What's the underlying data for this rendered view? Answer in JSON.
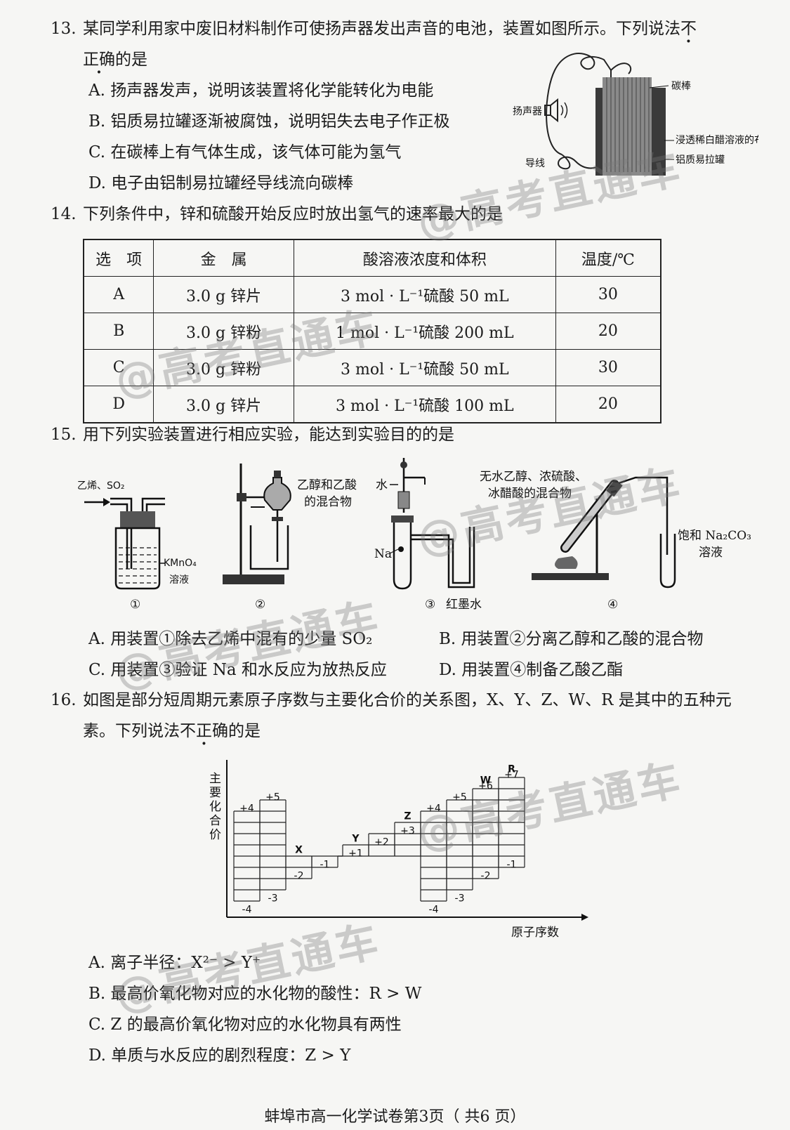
{
  "q13": {
    "num": "13.",
    "line1": "某同学利用家中废旧材料制作可使扬声器发出声音的电池，装置如图所示。下列说法",
    "neg1": "不",
    "neg2": "正确",
    "line2_tail": "的是",
    "options": [
      "A. 扬声器发声，说明该装置将化学能转化为电能",
      "B. 铝质易拉罐逐渐被腐蚀，说明铝失去电子作正极",
      "C. 在碳棒上有气体生成，该气体可能为氢气",
      "D. 电子由铝制易拉罐经导线流向碳棒"
    ],
    "figure_labels": {
      "carbon": "碳棒",
      "speaker": "扬声器",
      "cloth": "浸透稀白醋溶液的布",
      "can": "铝质易拉罐",
      "wire": "导线"
    }
  },
  "q14": {
    "num": "14.",
    "stem": "下列条件中，锌和硫酸开始反应时放出氢气的速率最大的是",
    "headers": [
      "选　项",
      "金　属",
      "酸溶液浓度和体积",
      "温度/℃"
    ],
    "rows": [
      [
        "A",
        "3.0 g 锌片",
        "3 mol · L⁻¹硫酸 50 mL",
        "30"
      ],
      [
        "B",
        "3.0 g 锌粉",
        "1 mol · L⁻¹硫酸 200 mL",
        "20"
      ],
      [
        "C",
        "3.0 g 锌粉",
        "3 mol · L⁻¹硫酸 50 mL",
        "30"
      ],
      [
        "D",
        "3.0 g 锌片",
        "3 mol · L⁻¹硫酸 100 mL",
        "20"
      ]
    ]
  },
  "q15": {
    "num": "15.",
    "stem": "用下列实验装置进行相应实验，能达到实验目的的是",
    "labels": {
      "gas": "乙烯、SO₂",
      "kmno4": "KMnO₄",
      "solution": "溶液",
      "mix1": "乙醇和乙酸",
      "mix2": "的混合物",
      "water": "水",
      "na": "Na",
      "ink": "红墨水",
      "reag1": "无水乙醇、浓硫酸、",
      "reag2": "冰醋酸的混合物",
      "na2co3": "饱和 Na₂CO₃",
      "sol2": "溶液",
      "n1": "①",
      "n2": "②",
      "n3": "③",
      "n4": "④"
    },
    "options": [
      "A. 用装置①除去乙烯中混有的少量 SO₂",
      "B. 用装置②分离乙醇和乙酸的混合物",
      "C. 用装置③验证 Na 和水反应为放热反应",
      "D. 用装置④制备乙酸乙酯"
    ]
  },
  "q16": {
    "num": "16.",
    "line1": "如图是部分短周期元素原子序数与主要化合价的关系图，X、Y、Z、W、R 是其中的五种元",
    "line2_head": "素。下列说法",
    "neg": "不正确",
    "line2_tail": "的是",
    "chart": {
      "ylabel": "主要化合价",
      "xlabel": "原子序数",
      "labels": [
        "+4",
        "+5",
        "X",
        "-4",
        "-3",
        "-2",
        "-1",
        "Y",
        "+1",
        "+2",
        "Z",
        "+3",
        "+4",
        "-4",
        "+5",
        "-3",
        "W",
        "+6",
        "-2",
        "R",
        "+7",
        "-1"
      ]
    },
    "options": [
      "A. 离子半径：X²⁻ > Y⁺",
      "B. 最高价氧化物对应的水化物的酸性：R > W",
      "C. Z 的最高价氧化物对应的水化物具有两性",
      "D. 单质与水反应的剧烈程度：Z > Y"
    ]
  },
  "footer": "蚌埠市高一化学试卷第3页（ 共6 页）",
  "watermark": "@高考直通车"
}
